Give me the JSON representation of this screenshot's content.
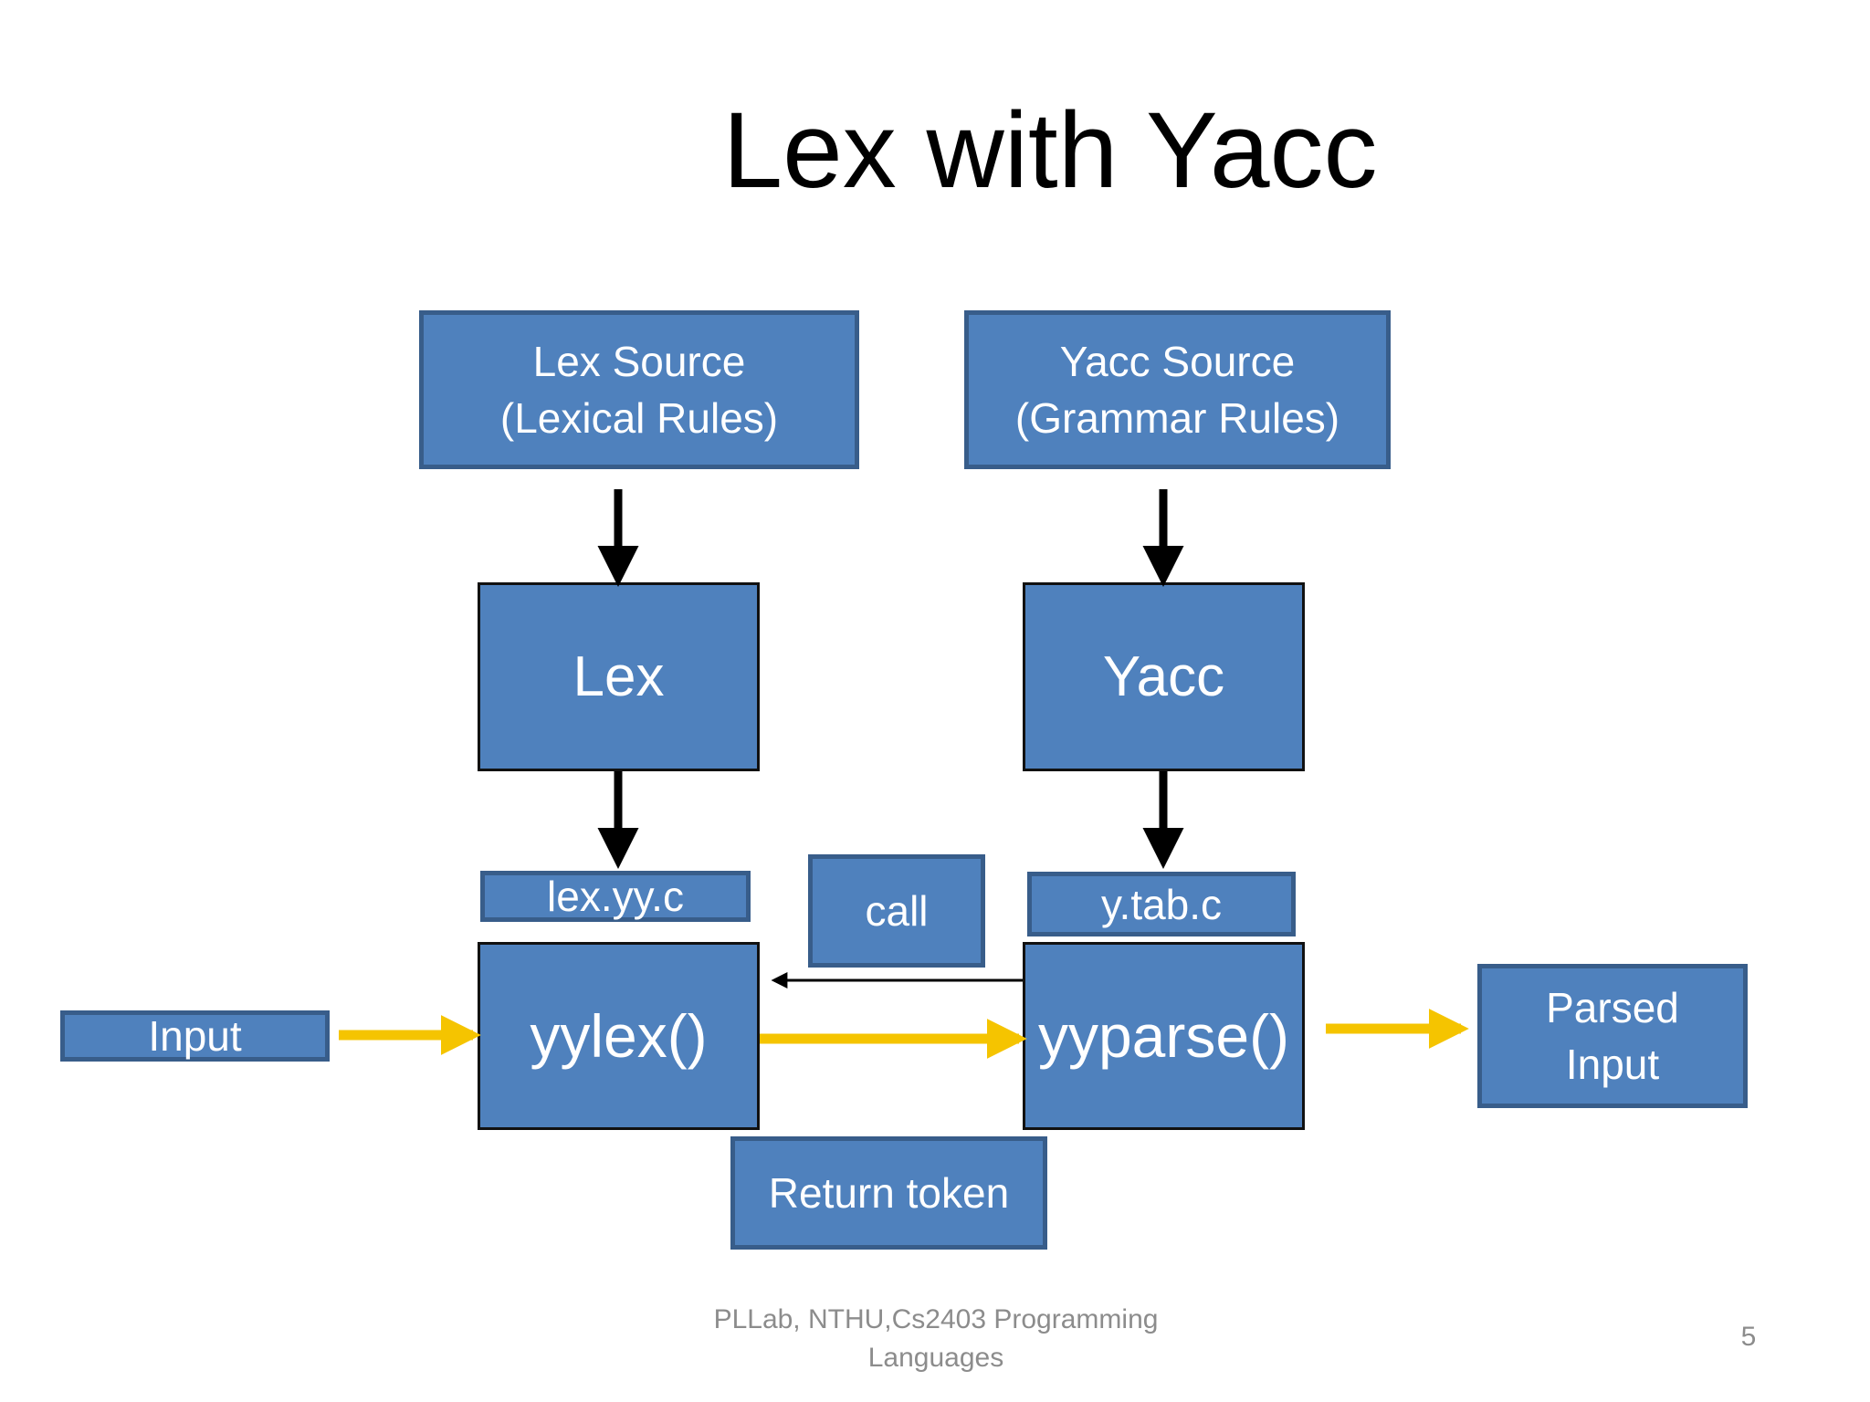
{
  "slide": {
    "title": "Lex with Yacc",
    "footer": "PLLab, NTHU,Cs2403 Programming Languages",
    "page_number": "5"
  },
  "diagram": {
    "lex_source": "Lex Source\n(Lexical Rules)",
    "yacc_source": "Yacc Source\n(Grammar Rules)",
    "lex": "Lex",
    "yacc": "Yacc",
    "lex_output": "lex.yy.c",
    "yacc_output": "y.tab.c",
    "call": "call",
    "yylex": "yylex()",
    "yyparse": "yyparse()",
    "input": "Input",
    "parsed_input": "Parsed\nInput",
    "return_token": "Return token"
  },
  "colors": {
    "box_fill": "#4f81bd",
    "box_border": "#385d8a",
    "flow_arrow": "#f5c400",
    "build_arrow": "#000000"
  }
}
